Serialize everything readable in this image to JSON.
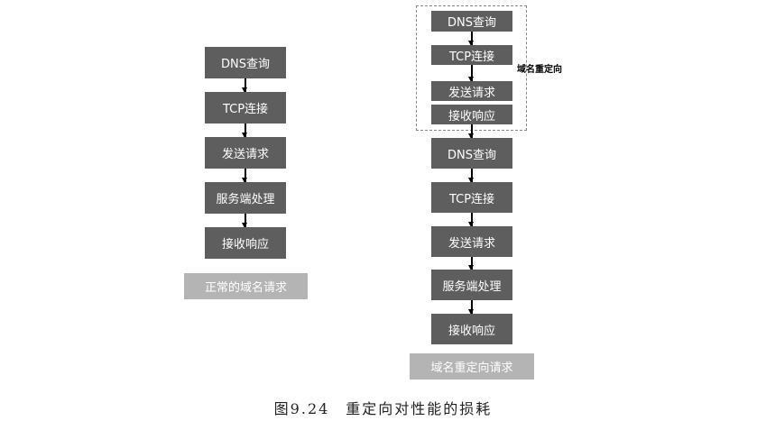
{
  "normal": {
    "steps": [
      "DNS查询",
      "TCP连接",
      "发送请求",
      "服务端处理",
      "接收响应"
    ],
    "label": "正常的域名请求"
  },
  "redirect": {
    "pre_steps": [
      "DNS查询",
      "TCP连接",
      "发送请求",
      "接收响应"
    ],
    "group_label": "域名重定向",
    "steps": [
      "DNS查询",
      "TCP连接",
      "发送请求",
      "服务端处理",
      "接收响应"
    ],
    "label": "域名重定向请求"
  },
  "caption": "图9.24　重定向对性能的损耗"
}
